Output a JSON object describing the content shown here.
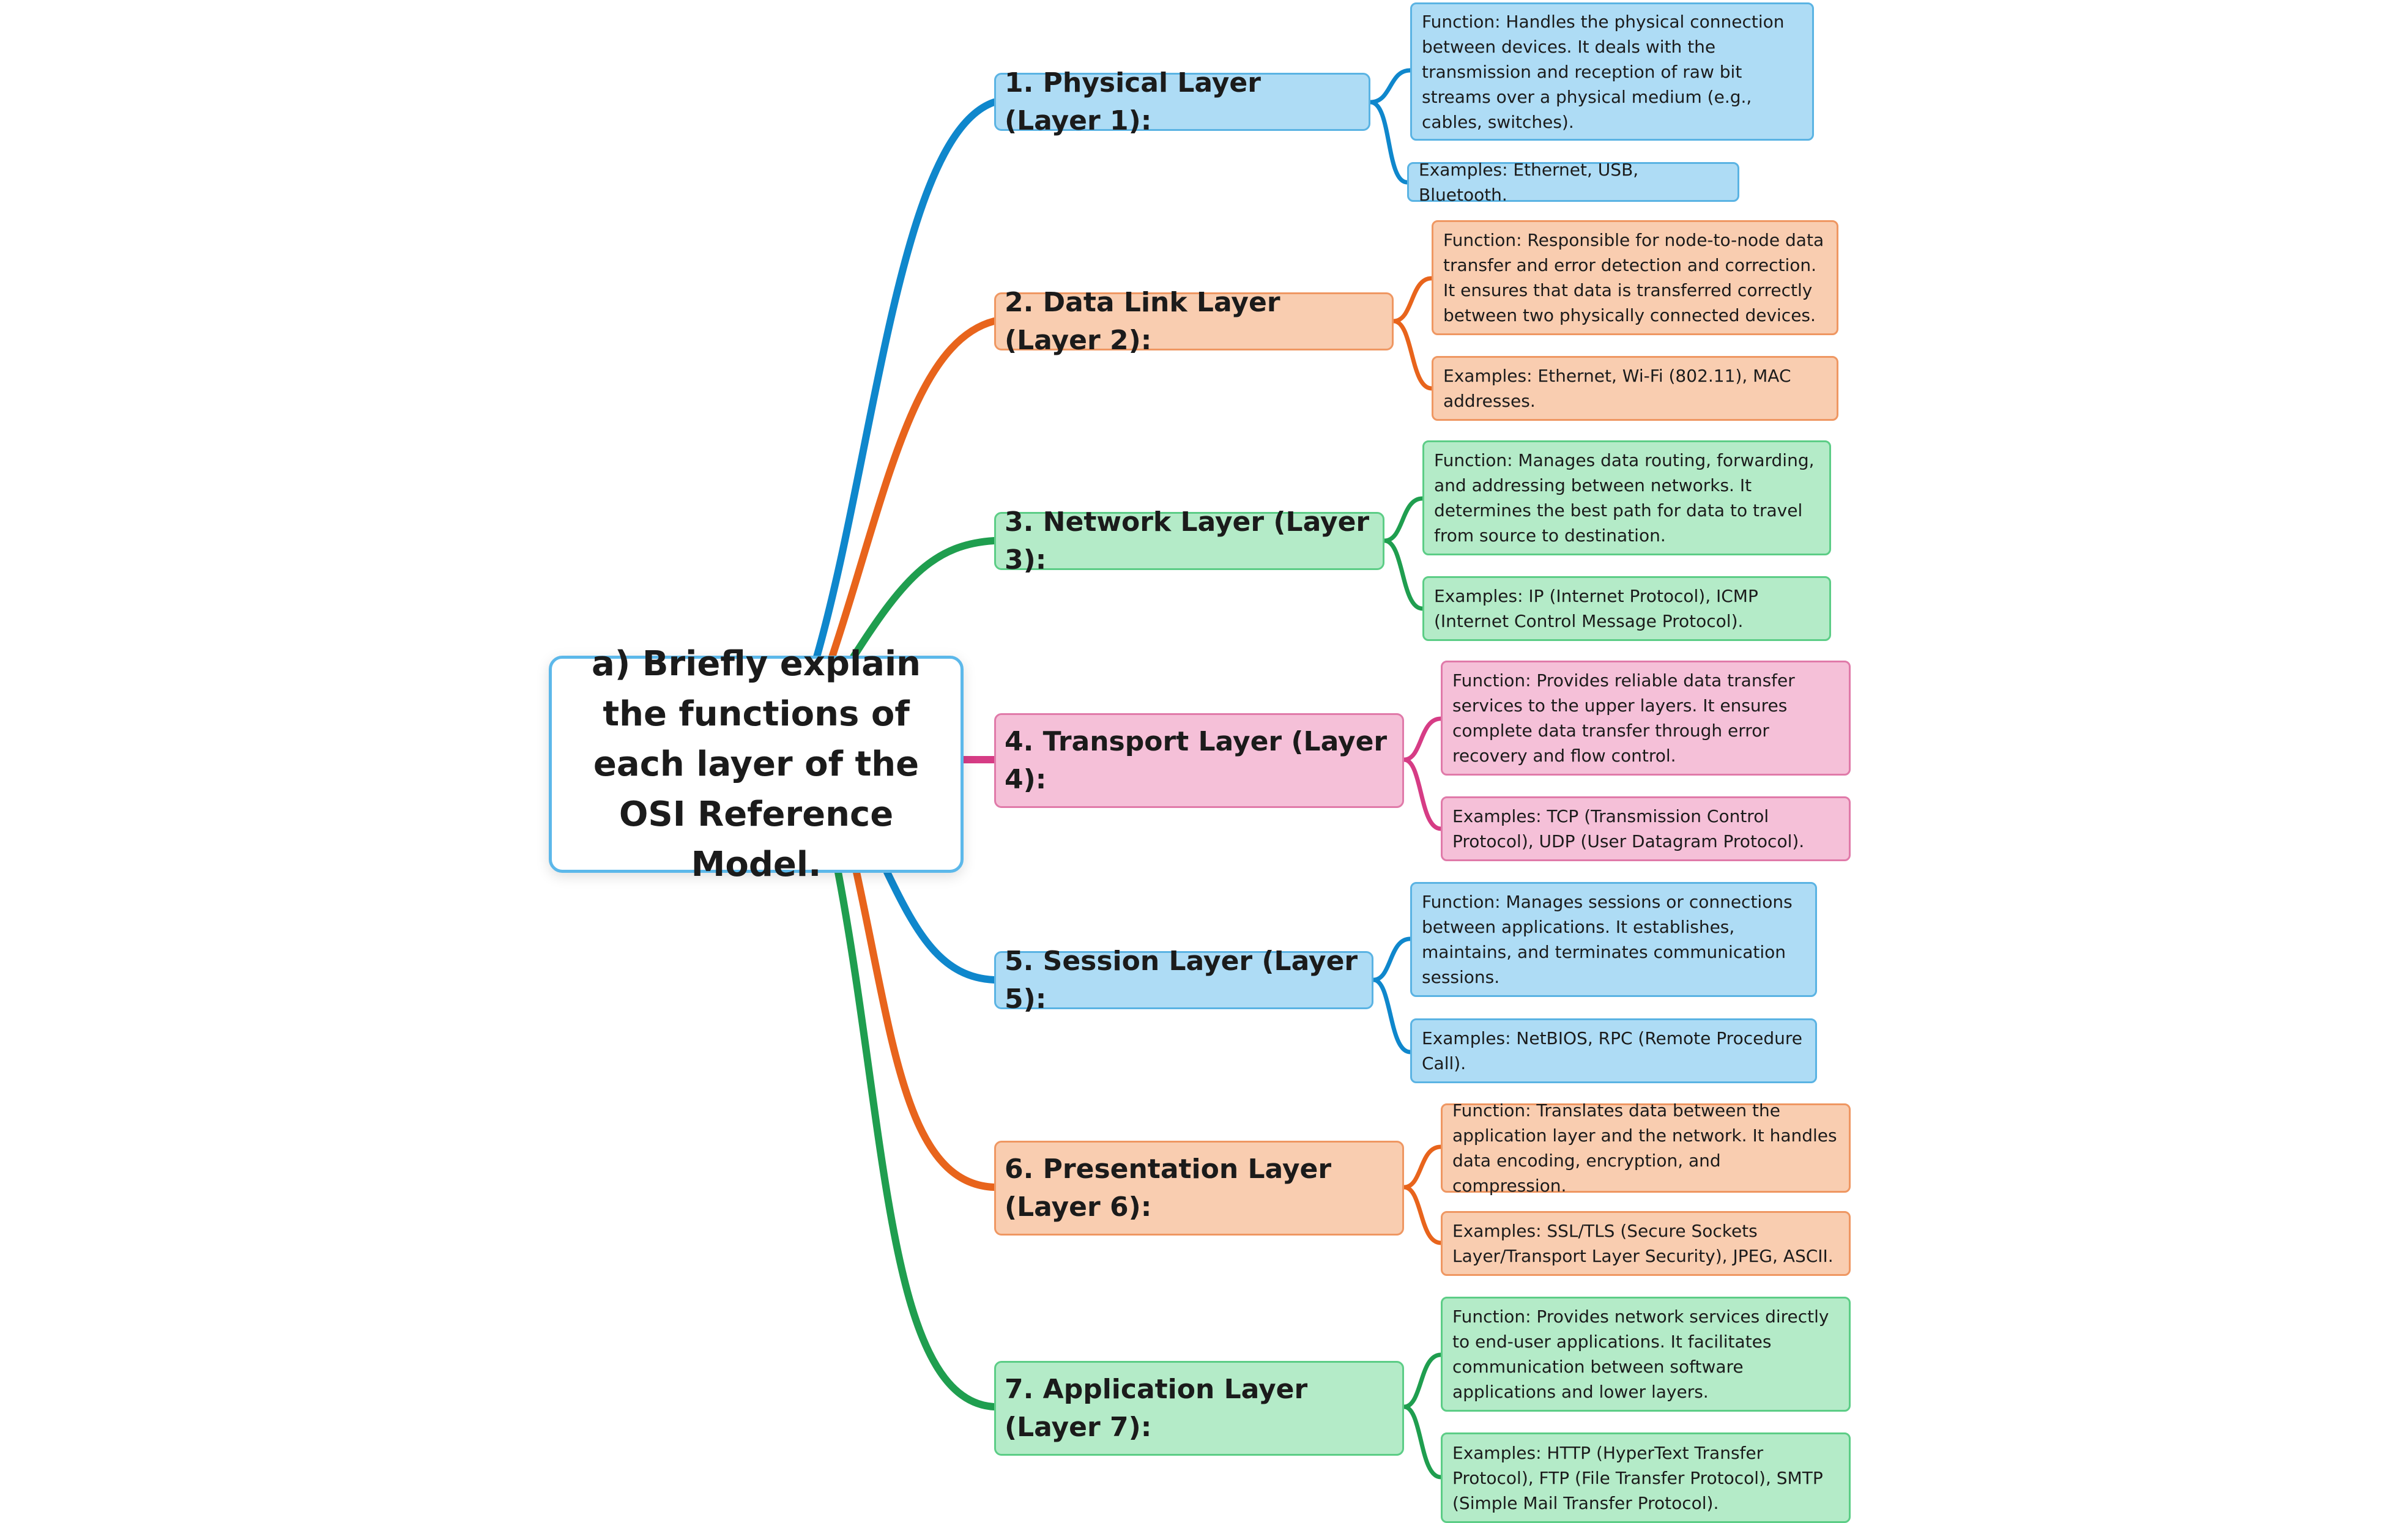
{
  "root": {
    "title": "a) Briefly explain the functions of each layer of the OSI Reference Model."
  },
  "colors": {
    "blue_line": "#0f87cc",
    "orange_line": "#e8641c",
    "green_line": "#1f9e4f",
    "pink_line": "#d63c85",
    "blue_fill": "#aedcf5",
    "orange_fill": "#f9cdb0",
    "green_fill": "#b4ebc8",
    "pink_fill": "#f5c0d8"
  },
  "layers": [
    {
      "title": "1. Physical Layer (Layer 1):",
      "function": "Function: Handles the physical connection between devices. It deals with the transmission and reception of raw bit streams over a physical medium (e.g., cables, switches).",
      "examples": "Examples: Ethernet, USB, Bluetooth."
    },
    {
      "title": "2. Data Link Layer (Layer 2):",
      "function": "Function: Responsible for node-to-node data transfer and error detection and correction. It ensures that data is transferred correctly between two physically connected devices.",
      "examples": "Examples: Ethernet, Wi-Fi (802.11), MAC addresses."
    },
    {
      "title": "3. Network Layer (Layer 3):",
      "function": "Function: Manages data routing, forwarding, and addressing between networks. It determines the best path for data to travel from source to destination.",
      "examples": "Examples: IP (Internet Protocol), ICMP (Internet Control Message Protocol)."
    },
    {
      "title": "4. Transport Layer (Layer 4):",
      "function": "Function: Provides reliable data transfer services to the upper layers. It ensures complete data transfer through error recovery and flow control.",
      "examples": "Examples: TCP (Transmission Control Protocol), UDP (User Datagram Protocol)."
    },
    {
      "title": "5. Session Layer (Layer 5):",
      "function": "Function: Manages sessions or connections between applications. It establishes, maintains, and terminates communication sessions.",
      "examples": "Examples: NetBIOS, RPC (Remote Procedure Call)."
    },
    {
      "title": "6. Presentation Layer (Layer 6):",
      "function": "Function: Translates data between the application layer and the network. It handles data encoding, encryption, and compression.",
      "examples": "Examples: SSL/TLS (Secure Sockets Layer/Transport Layer Security), JPEG, ASCII."
    },
    {
      "title": "7. Application Layer (Layer 7):",
      "function": "Function: Provides network services directly to end-user applications. It facilitates communication between software applications and lower layers.",
      "examples": "Examples: HTTP (HyperText Transfer Protocol), FTP (File Transfer Protocol), SMTP (Simple Mail Transfer Protocol)."
    }
  ]
}
